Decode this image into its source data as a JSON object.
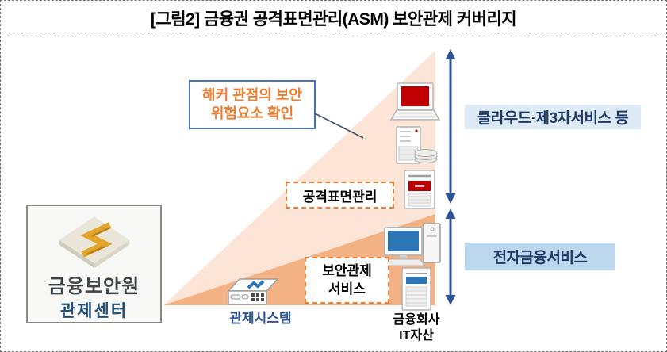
{
  "title": "[그림2] 금융권 공격표면관리(ASM) 보안관제 커버리지",
  "callout": {
    "line1": "해커 관점의 보안",
    "line2": "위험요소 확인"
  },
  "labels": {
    "asm": "공격표면관리",
    "soc_line1": "보안관제",
    "soc_line2": "서비스",
    "cloud": "클라우드·제3자서비스 등",
    "efs": "전자금융서비스",
    "control_system": "관제시스템",
    "it_assets_line1": "금융회사",
    "it_assets_line2": "IT자산"
  },
  "logo": {
    "org": "금융보안원",
    "center": "관제센터"
  },
  "icons": [
    "laptop-icon",
    "server-stack-icon",
    "kiosk-server-icon",
    "desktop-pc-icon",
    "server-tower-icon",
    "network-device-icon",
    "fsi-logo-icon"
  ],
  "colors": {
    "triangle_light": "#FCE5D7",
    "triangle_dark": "#F4B183",
    "arrow_blue": "#2F5597",
    "callout_border": "#4472C4",
    "callout_text": "#ED7D31",
    "dashed_box_border": "#ED7D31",
    "cloud_label_bg": "#DEEBF7",
    "efs_label_bg": "#BDD7EE",
    "label_text_navy": "#1F3864",
    "blue_text": "#2E5597",
    "screen_red": "#C00000",
    "screen_blue": "#2E75B6",
    "logo_gold": "#E2A52C"
  }
}
